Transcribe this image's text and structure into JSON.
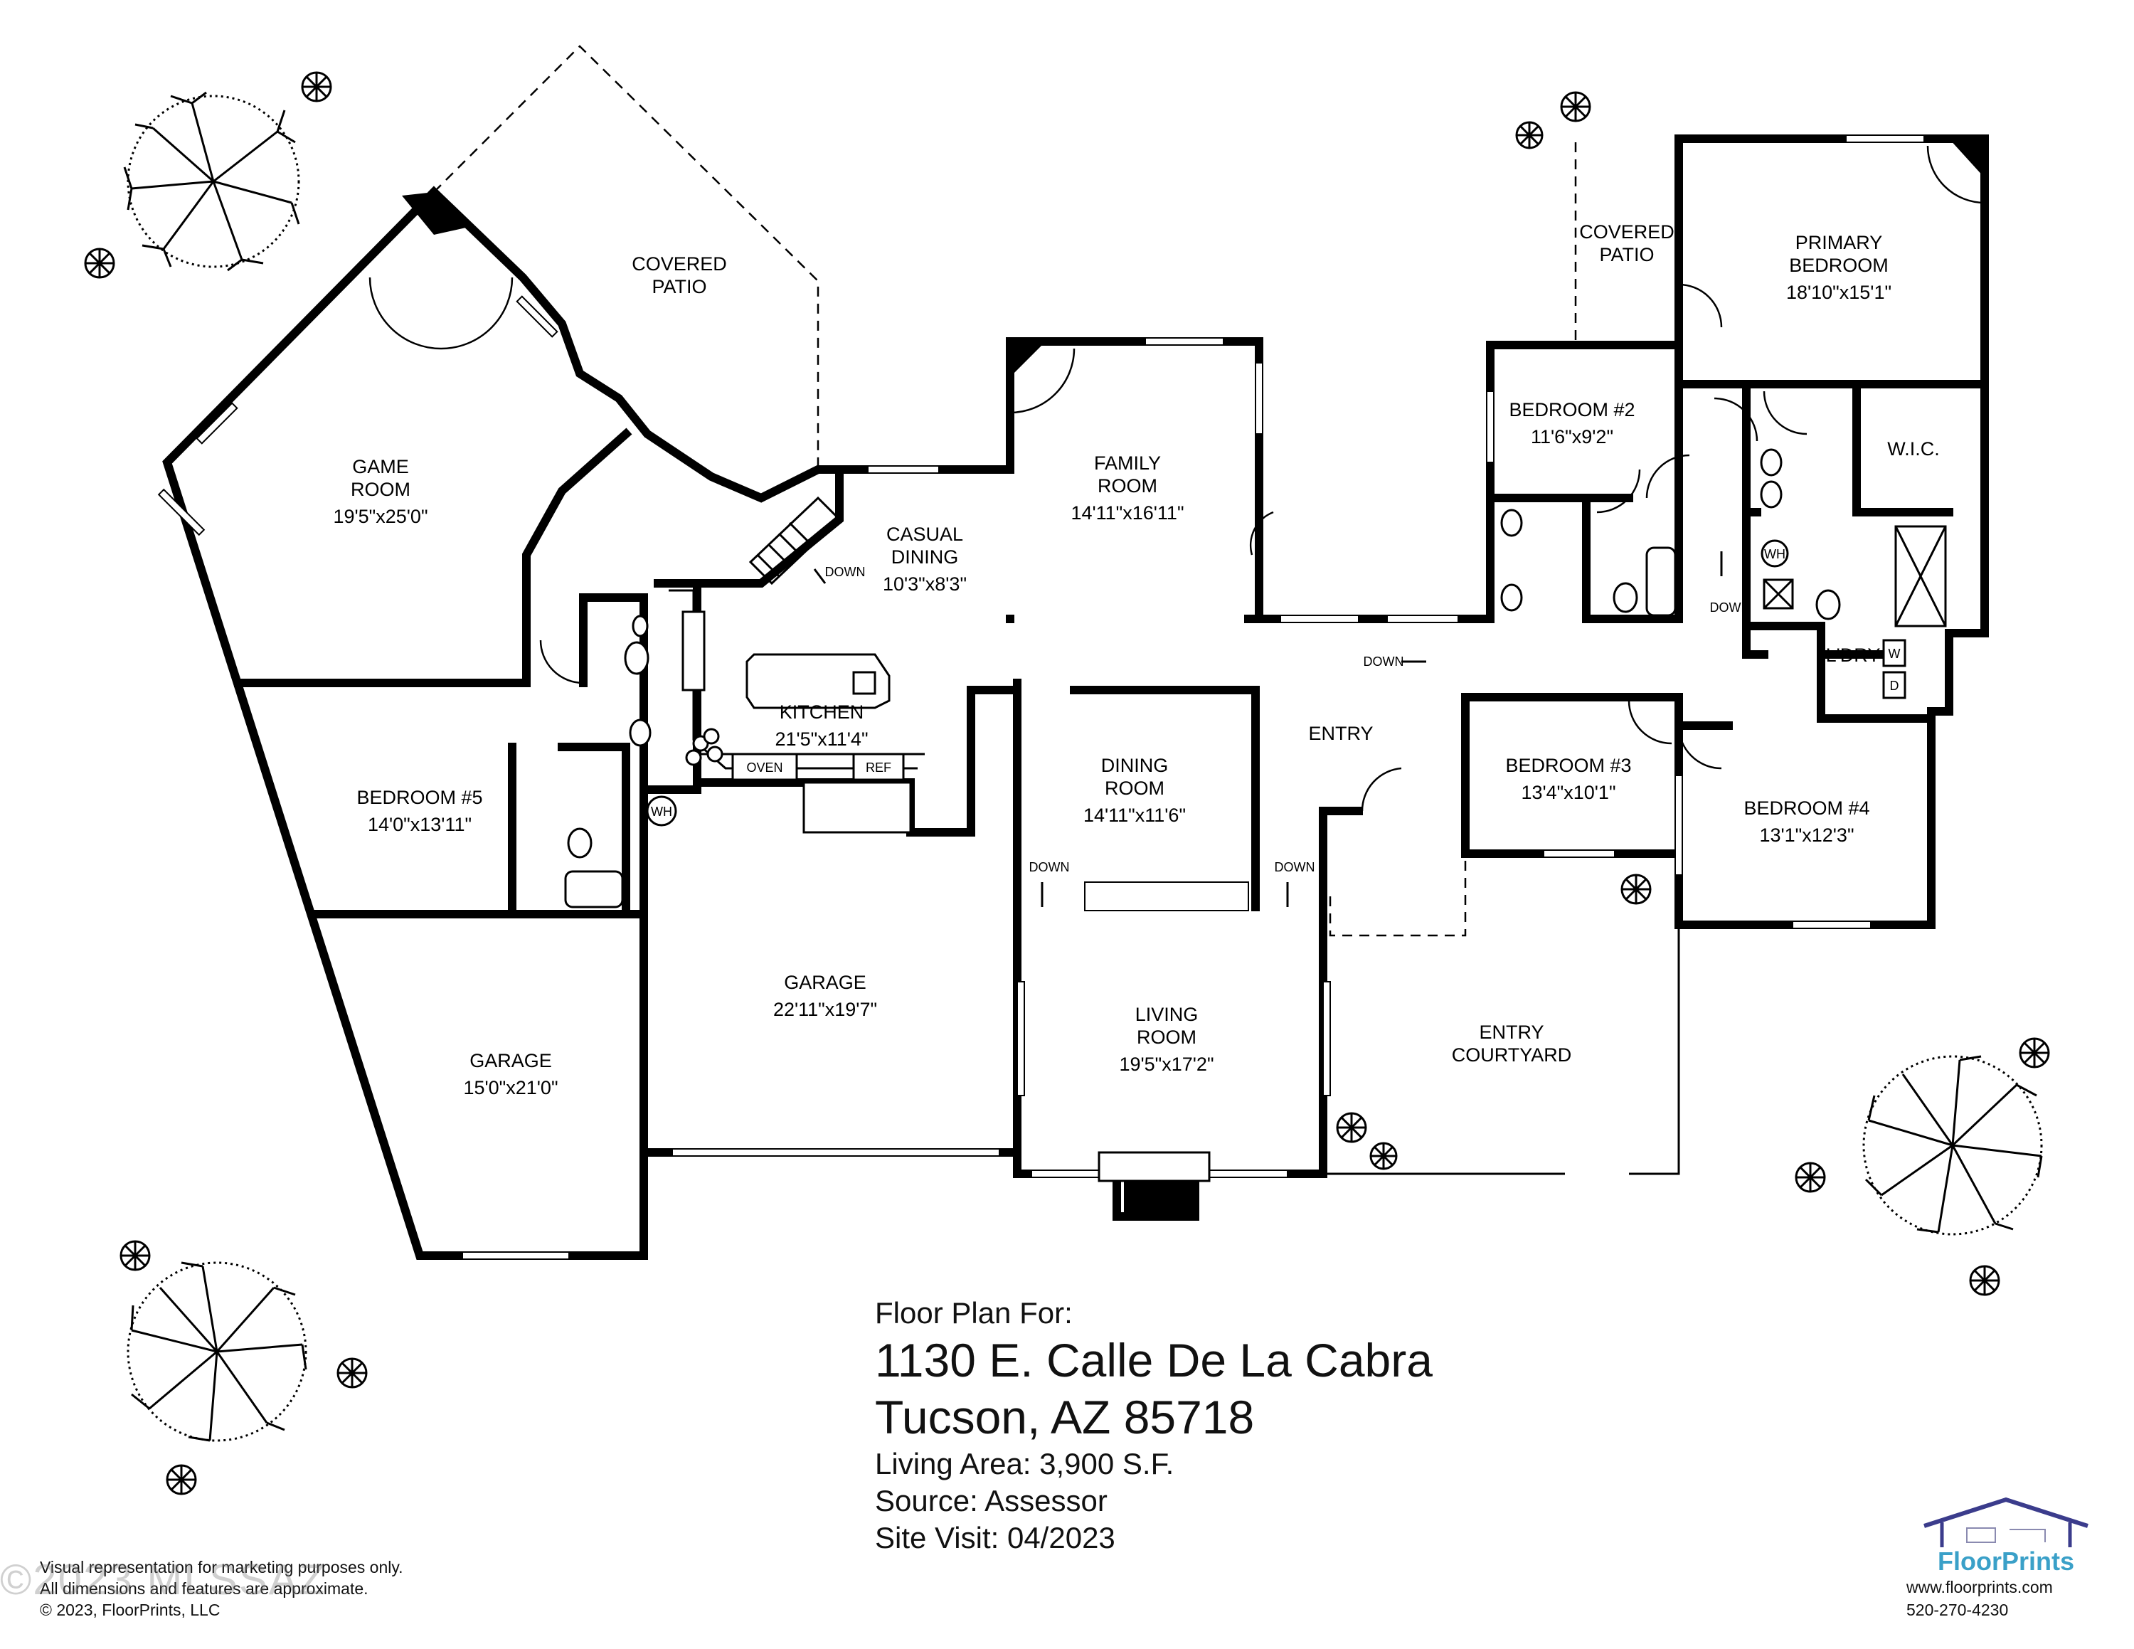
{
  "rooms": [
    {
      "id": "covered-patio-1",
      "name_lines": [
        "COVERED",
        "PATIO"
      ],
      "dims": ""
    },
    {
      "id": "game-room",
      "name_lines": [
        "GAME",
        "ROOM"
      ],
      "dims": "19'5\"x25'0\""
    },
    {
      "id": "casual-dining",
      "name_lines": [
        "CASUAL",
        "DINING"
      ],
      "dims": "10'3\"x8'3\""
    },
    {
      "id": "family-room",
      "name_lines": [
        "FAMILY",
        "ROOM"
      ],
      "dims": "14'11\"x16'11\""
    },
    {
      "id": "covered-patio-2",
      "name_lines": [
        "COVERED",
        "PATIO"
      ],
      "dims": ""
    },
    {
      "id": "primary-bedroom",
      "name_lines": [
        "PRIMARY",
        "BEDROOM"
      ],
      "dims": "18'10\"x15'1\""
    },
    {
      "id": "bedroom-2",
      "name_lines": [
        "BEDROOM #2"
      ],
      "dims": "11'6\"x9'2\""
    },
    {
      "id": "wic",
      "name_lines": [
        "W.I.C."
      ],
      "dims": ""
    },
    {
      "id": "kitchen",
      "name_lines": [
        "KITCHEN"
      ],
      "dims": "21'5\"x11'4\""
    },
    {
      "id": "bedroom-5",
      "name_lines": [
        "BEDROOM #5"
      ],
      "dims": "14'0\"x13'11\""
    },
    {
      "id": "dining-room",
      "name_lines": [
        "DINING",
        "ROOM"
      ],
      "dims": "14'11\"x11'6\""
    },
    {
      "id": "entry",
      "name_lines": [
        "ENTRY"
      ],
      "dims": ""
    },
    {
      "id": "bedroom-3",
      "name_lines": [
        "BEDROOM #3"
      ],
      "dims": "13'4\"x10'1\""
    },
    {
      "id": "bedroom-4",
      "name_lines": [
        "BEDROOM #4"
      ],
      "dims": "13'1\"x12'3\""
    },
    {
      "id": "laundry",
      "name_lines": [
        "L'DRY"
      ],
      "dims": ""
    },
    {
      "id": "garage-2",
      "name_lines": [
        "GARAGE"
      ],
      "dims": "22'11\"x19'7\""
    },
    {
      "id": "living-room",
      "name_lines": [
        "LIVING",
        "ROOM"
      ],
      "dims": "19'5\"x17'2\""
    },
    {
      "id": "entry-courtyard",
      "name_lines": [
        "ENTRY",
        "COURTYARD"
      ],
      "dims": ""
    },
    {
      "id": "garage-1",
      "name_lines": [
        "GARAGE"
      ],
      "dims": "15'0\"x21'0\""
    }
  ],
  "annotations": {
    "down": "DOWN",
    "oven": "OVEN",
    "ref": "REF",
    "wh": "WH",
    "washer": "W",
    "dryer": "D"
  },
  "info": {
    "heading": "Floor Plan For:",
    "address_line1": "1130 E. Calle De La Cabra",
    "address_line2": "Tucson, AZ  85718",
    "living_area": "Living Area:  3,900 S.F.",
    "source": "Source:  Assessor",
    "site_visit": "Site Visit:  04/2023"
  },
  "disclaimer": {
    "line1": "Visual representation for marketing purposes only.",
    "line2": "All dimensions and features are approximate.",
    "line3": "© 2023, FloorPrints, LLC"
  },
  "watermark": "©2023 MLSSAZ",
  "brand": {
    "name": "FloorPrints",
    "website": "www.floorprints.com",
    "phone": "520-270-4230",
    "color": "#3aa0c8",
    "roof_color": "#3b3c8c"
  }
}
